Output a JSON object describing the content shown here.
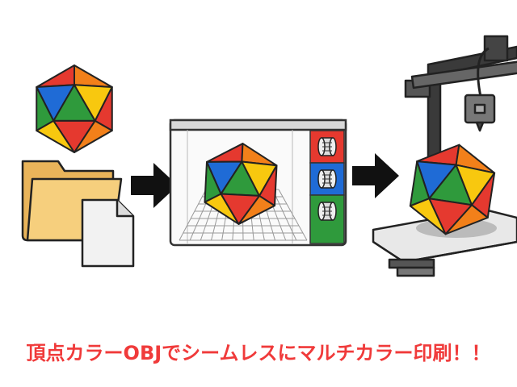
{
  "caption": "頂点カラーOBJでシームレスにマルチカラー印刷！！",
  "colors": {
    "red": "#e5392f",
    "green": "#2f9a3c",
    "blue": "#1f6bd6",
    "yellow": "#f8c80f",
    "orange": "#f2801a",
    "caption": "#f03a3a"
  },
  "steps": [
    "obj-file",
    "slicer-software",
    "3d-printer"
  ]
}
